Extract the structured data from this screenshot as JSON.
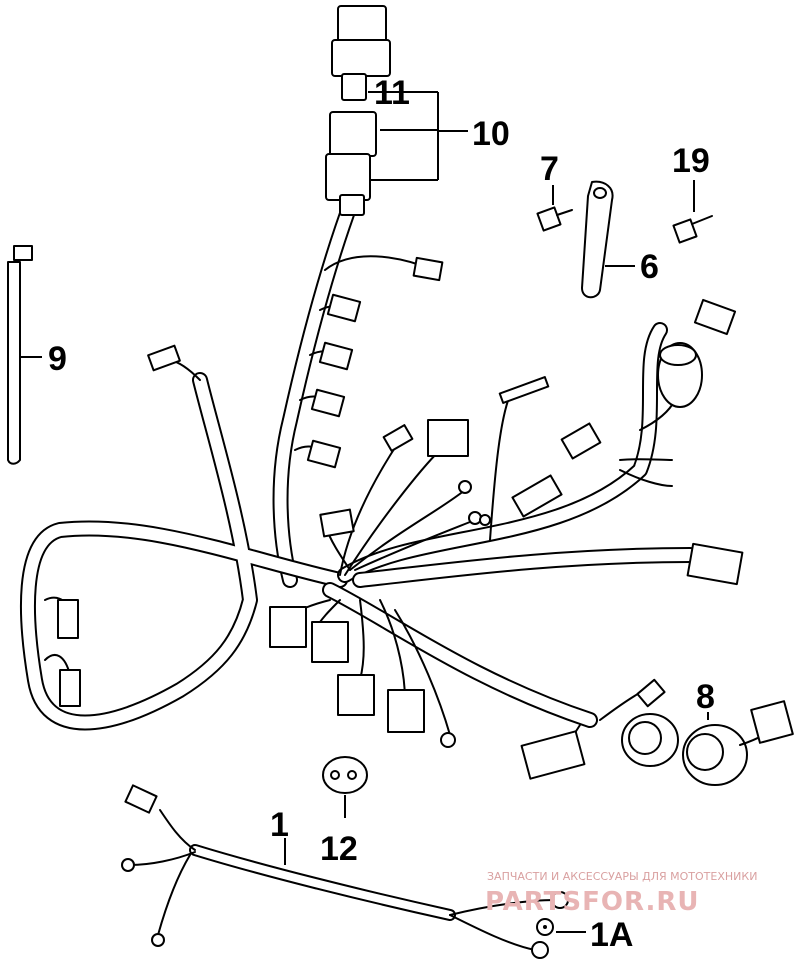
{
  "callouts": {
    "c1": "1",
    "c1a": "1A",
    "c6": "6",
    "c7": "7",
    "c8": "8",
    "c9": "9",
    "c10": "10",
    "c11": "11",
    "c12": "12",
    "c19": "19"
  },
  "watermark": {
    "line1": "ЗАПЧАСТИ И АКСЕССУАРЫ ДЛЯ МОТОТЕХНИКИ",
    "line2": "PARTSFOR.RU"
  }
}
